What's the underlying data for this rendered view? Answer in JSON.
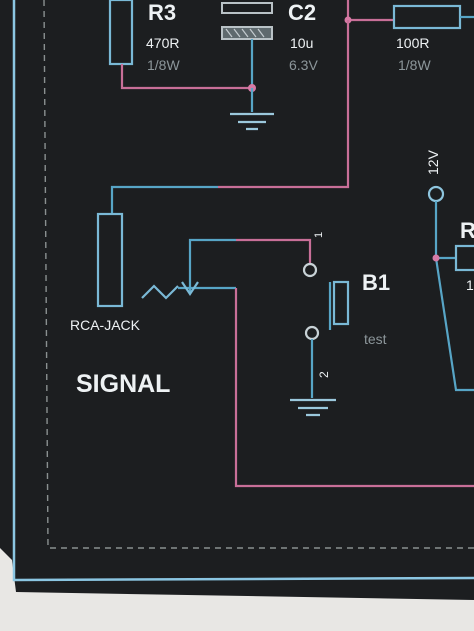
{
  "components": {
    "r3": {
      "ref": "R3",
      "value": "470R",
      "rating": "1/8W"
    },
    "c2": {
      "ref": "C2",
      "value": "10u",
      "rating": "6.3V"
    },
    "r_top": {
      "value": "100R",
      "rating": "1/8W"
    },
    "supply": {
      "label": "12V"
    },
    "r_right": {
      "ref_partial": "R",
      "value_partial": "1"
    },
    "b1": {
      "ref": "B1",
      "note": "test",
      "pin1": "1",
      "pin2": "2"
    },
    "jack": {
      "label": "RCA-JACK"
    }
  },
  "section": {
    "label": "SIGNAL"
  },
  "colors": {
    "board": "#1c1e20",
    "wire_blue": "#57a5c6",
    "wire_pink": "#c86f98",
    "frame": "#8bc6e2",
    "text": "#eef2f4"
  }
}
